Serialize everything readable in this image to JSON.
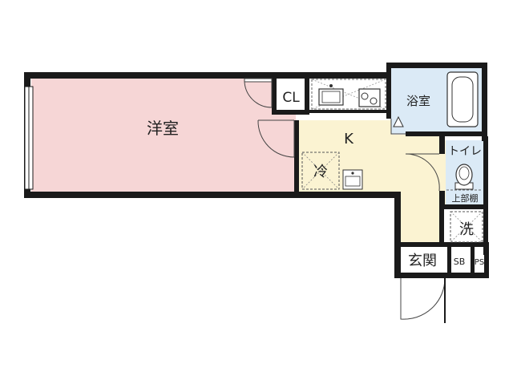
{
  "rooms": {
    "western_room": "洋室",
    "closet": "CL",
    "kitchen": "K",
    "bathroom": "浴室",
    "toilet": "トイレ",
    "upper_cabinet": "上部棚",
    "fridge_space": "冷",
    "washer_space": "洗",
    "entrance": "玄関",
    "shoe_box": "SB",
    "pipe_space": "PS"
  },
  "colors": {
    "western_room": "#f6d6d6",
    "kitchen": "#fbf3d2",
    "bathroom": "#dbeaf6",
    "toilet": "#dbeaf6",
    "wall": "#1a1a1a"
  }
}
